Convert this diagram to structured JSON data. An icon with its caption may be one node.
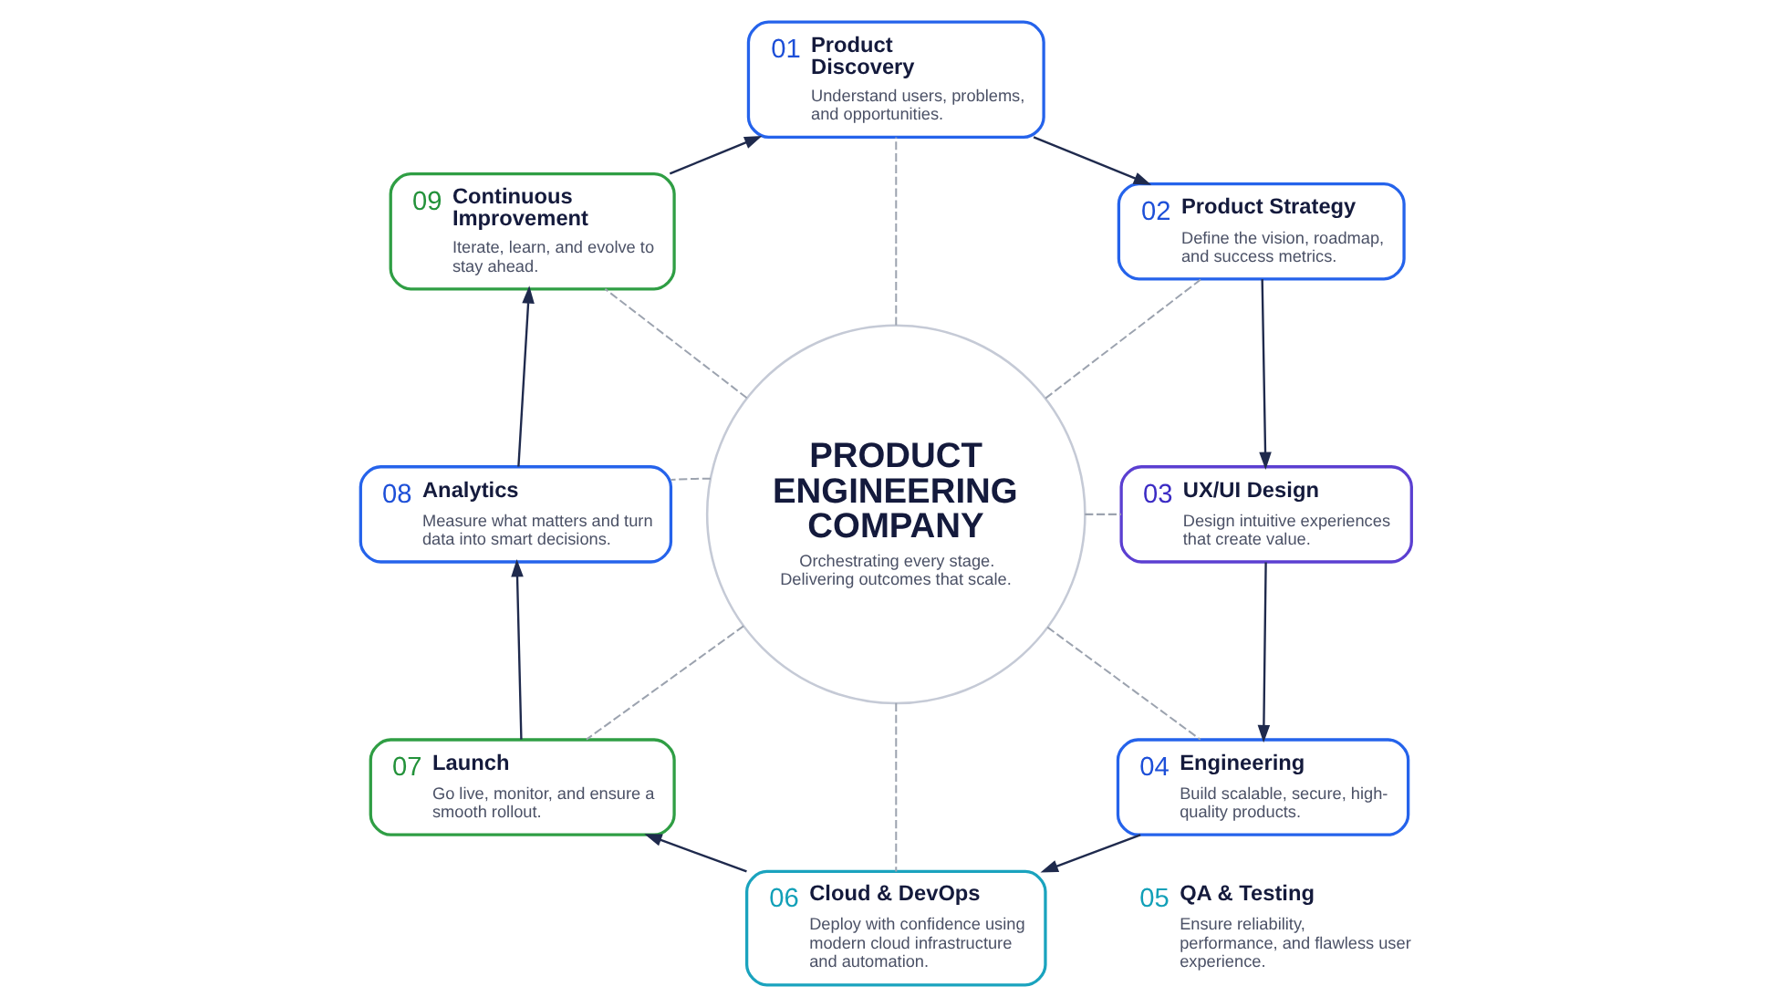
{
  "diagram": {
    "nodes": [
      {
        "text": [
          "PRODUCT ENGINEERING COMPANY",
          "Orchestrating every stage. Delivering outcomes that scale."
        ]
      },
      {
        "text": [
          "01",
          "Product Discovery",
          "Understand users, problems, and opportunities."
        ]
      },
      {
        "text": [
          "02",
          "Product Strategy",
          "Define the vision, roadmap, and success metrics."
        ]
      },
      {
        "text": [
          "03",
          "UX/UI Design",
          "Design intuitive experiences that create value."
        ]
      },
      {
        "text": [
          "04",
          "Engineering",
          "Build scalable, secure, high-quality products."
        ]
      },
      {
        "text": [
          "06",
          "Cloud & DevOps",
          "Deploy with confidence using modern cloud infrastructure and automation."
        ]
      },
      {
        "text": [
          "07",
          "Launch",
          "Go live, monitor, and ensure a smooth rollout."
        ]
      },
      {
        "text": [
          "08",
          "Analytics",
          "Measure what matters and turn data into smart decisions."
        ]
      },
      {
        "text": [
          "09",
          "Continuous Improvement",
          "Iterate, learn, and evolve to stay ahead."
        ]
      }
    ],
    "edges": [
      {
        "from": 1,
        "to": 2,
        "arrow": "to"
      },
      {
        "from": 2,
        "to": 3,
        "arrow": "to"
      },
      {
        "from": 3,
        "to": 4,
        "arrow": "to"
      },
      {
        "from": 4,
        "to": 5,
        "arrow": "to"
      },
      {
        "from": 5,
        "to": 6,
        "arrow": "to"
      },
      {
        "from": 6,
        "to": 7,
        "arrow": "to"
      },
      {
        "from": 7,
        "to": 8,
        "arrow": "to"
      },
      {
        "from": 8,
        "to": 1,
        "arrow": "to"
      },
      {
        "from": 0,
        "to": 1,
        "arrow": "none",
        "style": "dashed",
        "color": "#9ca3af"
      },
      {
        "from": 0,
        "to": 2,
        "arrow": "none",
        "style": "dashed",
        "color": "#9ca3af"
      },
      {
        "from": 0,
        "to": 3,
        "arrow": "none",
        "style": "dashed",
        "color": "#9ca3af"
      },
      {
        "from": 0,
        "to": 4,
        "arrow": "none",
        "style": "dashed",
        "color": "#9ca3af"
      },
      {
        "from": 0,
        "to": 5,
        "arrow": "none",
        "style": "dashed",
        "color": "#9ca3af"
      },
      {
        "from": 0,
        "to": 6,
        "arrow": "none",
        "style": "dashed",
        "color": "#9ca3af"
      },
      {
        "from": 0,
        "to": 7,
        "arrow": "none",
        "style": "dashed",
        "color": "#9ca3af"
      },
      {
        "from": 0,
        "to": 8,
        "arrow": "none",
        "style": "dashed",
        "color": "#9ca3af"
      }
    ],
    "labels": [
      "05",
      "QA & Testing",
      "Ensure reliability, performance, and flawless user experience."
    ]
  }
}
